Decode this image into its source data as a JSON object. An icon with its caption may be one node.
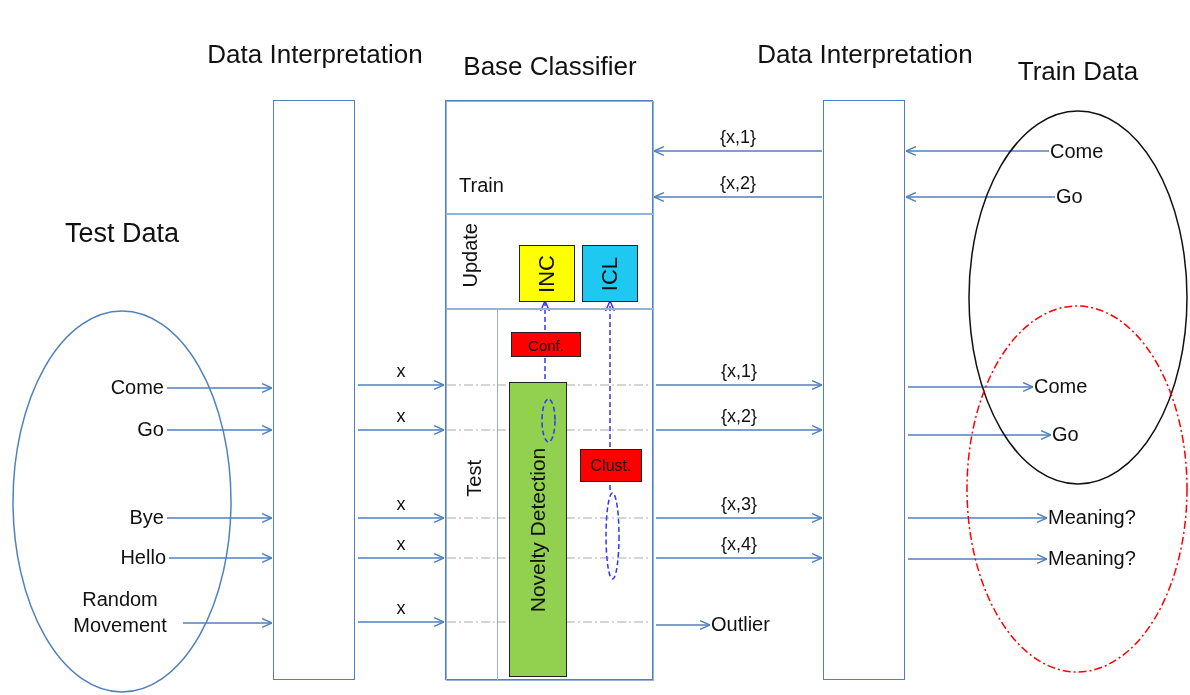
{
  "diagram": {
    "nodes": [
      {
        "text": [
          "Test Data"
        ]
      },
      {
        "text": [
          "Come"
        ],
        "in": 0
      },
      {
        "text": [
          "Go"
        ],
        "in": 0
      },
      {
        "text": [
          "Bye"
        ],
        "in": 0
      },
      {
        "text": [
          "Hello"
        ],
        "in": 0
      },
      {
        "text": [
          "Random Movement"
        ],
        "in": 0
      },
      {
        "text": [
          "Data Interpretation"
        ]
      },
      {
        "text": [
          "Base Classifier"
        ]
      },
      {
        "text": [
          "Train"
        ],
        "in": 7
      },
      {
        "text": [
          "Update"
        ],
        "in": 7
      },
      {
        "text": [
          "INC"
        ],
        "in": 9
      },
      {
        "text": [
          "ICL"
        ],
        "in": 9
      },
      {
        "text": [
          "Test"
        ],
        "in": 7
      },
      {
        "text": [
          "Novelty Detection"
        ],
        "in": 12
      },
      {
        "text": [
          "Conf."
        ],
        "in": 12
      },
      {
        "text": [
          "Clust."
        ],
        "in": 12
      },
      {
        "text": [
          "Data Interpretation"
        ]
      },
      {
        "text": [
          "Train Data"
        ]
      },
      {
        "text": [
          "Come"
        ],
        "in": 17
      },
      {
        "text": [
          "Go"
        ],
        "in": 17
      },
      {
        "text": [],
        "shape": "ellipse"
      },
      {
        "text": [
          "Come"
        ]
      },
      {
        "text": [
          "Go"
        ]
      },
      {
        "text": [
          "Meaning?"
        ],
        "in": 20
      },
      {
        "text": [
          "Meaning?"
        ],
        "in": 20
      },
      {
        "text": [
          "Outlier"
        ]
      },
      {
        "text": [],
        "shape": "ellipse",
        "in": 13
      },
      {
        "text": [],
        "shape": "ellipse",
        "in": 12
      }
    ],
    "edges": [
      {
        "from": 1,
        "to": 6,
        "arrow": "to"
      },
      {
        "from": 2,
        "to": 6,
        "arrow": "to"
      },
      {
        "from": 3,
        "to": 6,
        "arrow": "to"
      },
      {
        "from": 4,
        "to": 6,
        "arrow": "to"
      },
      {
        "from": 5,
        "to": 6,
        "arrow": "to"
      },
      {
        "from": 6,
        "to": 7,
        "arrow": "to",
        "label": "x"
      },
      {
        "from": 6,
        "to": 7,
        "arrow": "to",
        "label": "x"
      },
      {
        "from": 6,
        "to": 7,
        "arrow": "to",
        "label": "x"
      },
      {
        "from": 6,
        "to": 7,
        "arrow": "to",
        "label": "x"
      },
      {
        "from": 6,
        "to": 7,
        "arrow": "to",
        "label": "x"
      },
      {
        "from": 18,
        "to": 16,
        "arrow": "to"
      },
      {
        "from": 19,
        "to": 16,
        "arrow": "to"
      },
      {
        "from": 16,
        "to": 8,
        "arrow": "to",
        "label": "{x,1}"
      },
      {
        "from": 16,
        "to": 8,
        "arrow": "to",
        "label": "{x,2}"
      },
      {
        "from": 7,
        "to": 16,
        "arrow": "to",
        "label": "{x,1}"
      },
      {
        "from": 7,
        "to": 16,
        "arrow": "to",
        "label": "{x,2}"
      },
      {
        "from": 7,
        "to": 16,
        "arrow": "to",
        "label": "{x,3}"
      },
      {
        "from": 7,
        "to": 16,
        "arrow": "to",
        "label": "{x,4}"
      },
      {
        "from": 16,
        "to": 21,
        "arrow": "to"
      },
      {
        "from": 16,
        "to": 22,
        "arrow": "to"
      },
      {
        "from": 16,
        "to": 23,
        "arrow": "to"
      },
      {
        "from": 16,
        "to": 24,
        "arrow": "to"
      },
      {
        "from": 7,
        "to": 25,
        "arrow": "to"
      },
      {
        "from": 26,
        "to": 14,
        "arrow": "none",
        "style": "dashed",
        "color": "#3333ff"
      },
      {
        "from": 14,
        "to": 10,
        "arrow": "to",
        "style": "dashed",
        "color": "#3333ff"
      },
      {
        "from": 27,
        "to": 15,
        "arrow": "none",
        "style": "dashed",
        "color": "#3333ff"
      },
      {
        "from": 15,
        "to": 11,
        "arrow": "to",
        "style": "dashed",
        "color": "#3333ff"
      }
    ]
  }
}
